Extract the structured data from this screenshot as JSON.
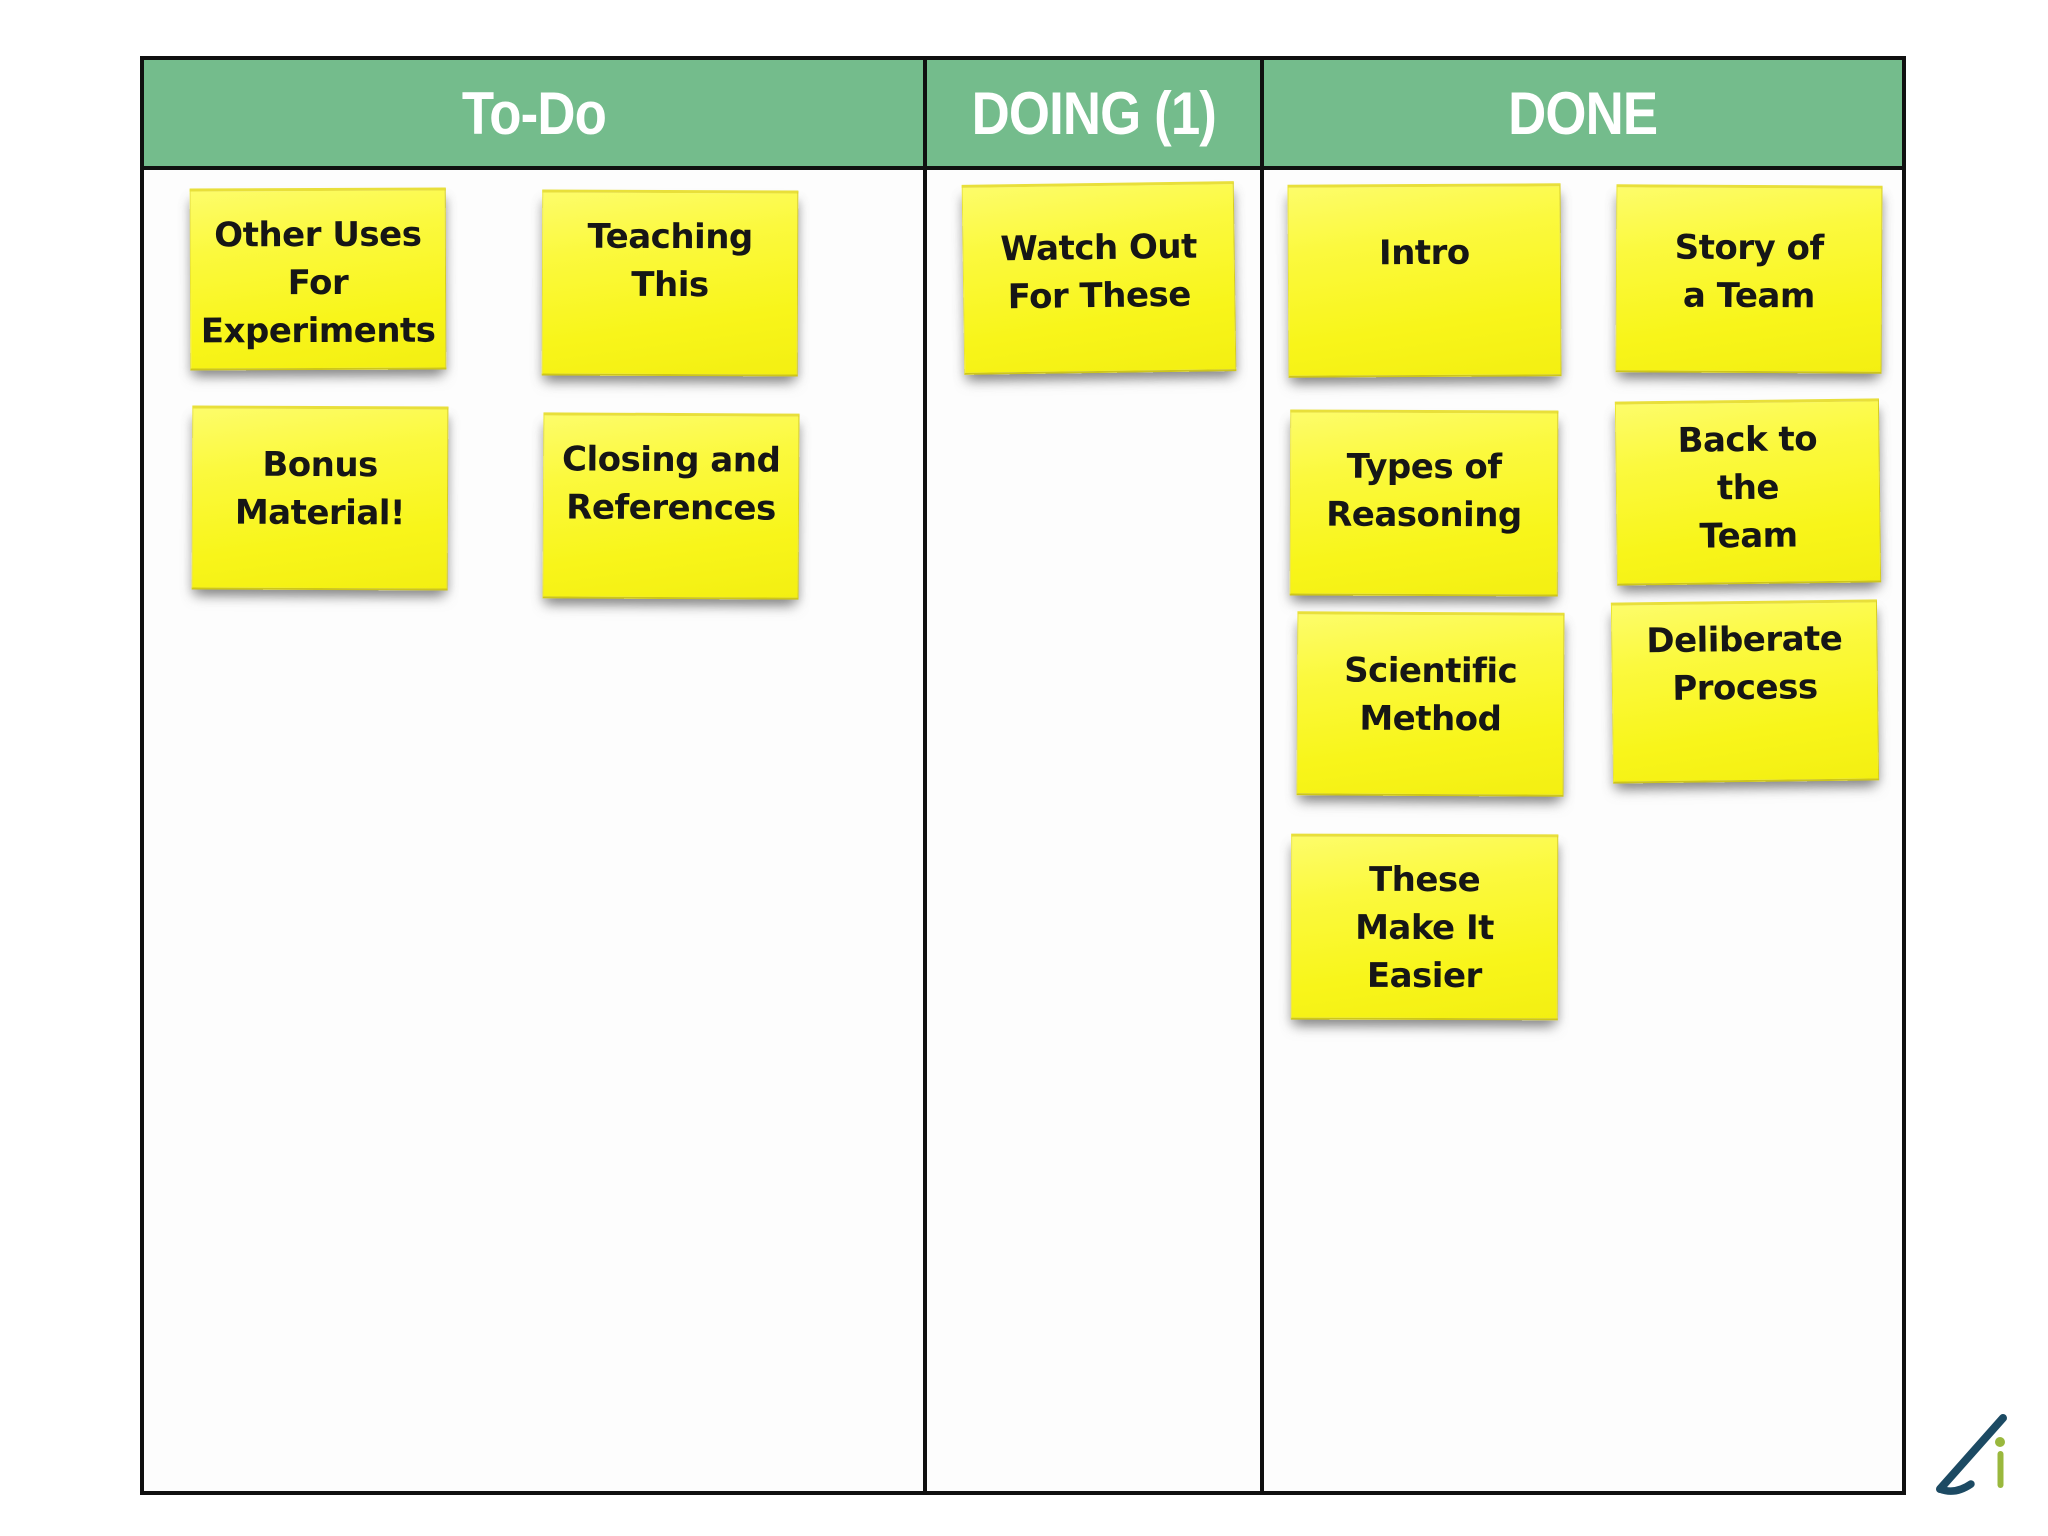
{
  "board": {
    "columns": [
      {
        "id": "todo",
        "title": "To-Do",
        "notes": [
          {
            "id": "other-uses",
            "text": "Other Uses\nFor\nExperiments"
          },
          {
            "id": "teaching",
            "text": "Teaching\nThis"
          },
          {
            "id": "bonus",
            "text": "Bonus\nMaterial!"
          },
          {
            "id": "closing",
            "text": "Closing and\nReferences"
          }
        ]
      },
      {
        "id": "doing",
        "title": "DOING (1)",
        "notes": [
          {
            "id": "watch-out",
            "text": "Watch Out\nFor These"
          }
        ]
      },
      {
        "id": "done",
        "title": "DONE",
        "notes": [
          {
            "id": "intro",
            "text": "Intro"
          },
          {
            "id": "story",
            "text": "Story of\na Team"
          },
          {
            "id": "types",
            "text": "Types of\nReasoning"
          },
          {
            "id": "back",
            "text": "Back to\nthe\nTeam"
          },
          {
            "id": "scientific",
            "text": "Scientific\nMethod"
          },
          {
            "id": "deliberate",
            "text": "Deliberate\nProcess"
          },
          {
            "id": "these",
            "text": "These\nMake It\nEasier"
          }
        ]
      }
    ]
  },
  "colors": {
    "header_bg": "#74BC8C",
    "header_text": "#FFFFFF",
    "grid_line": "#101010",
    "note_yellow": "#F8F61E",
    "note_text": "#161616",
    "logo_navy": "#1C4A63",
    "logo_green": "#9AB83D"
  },
  "logo": {
    "name": "angle-arrow-i-logo"
  }
}
